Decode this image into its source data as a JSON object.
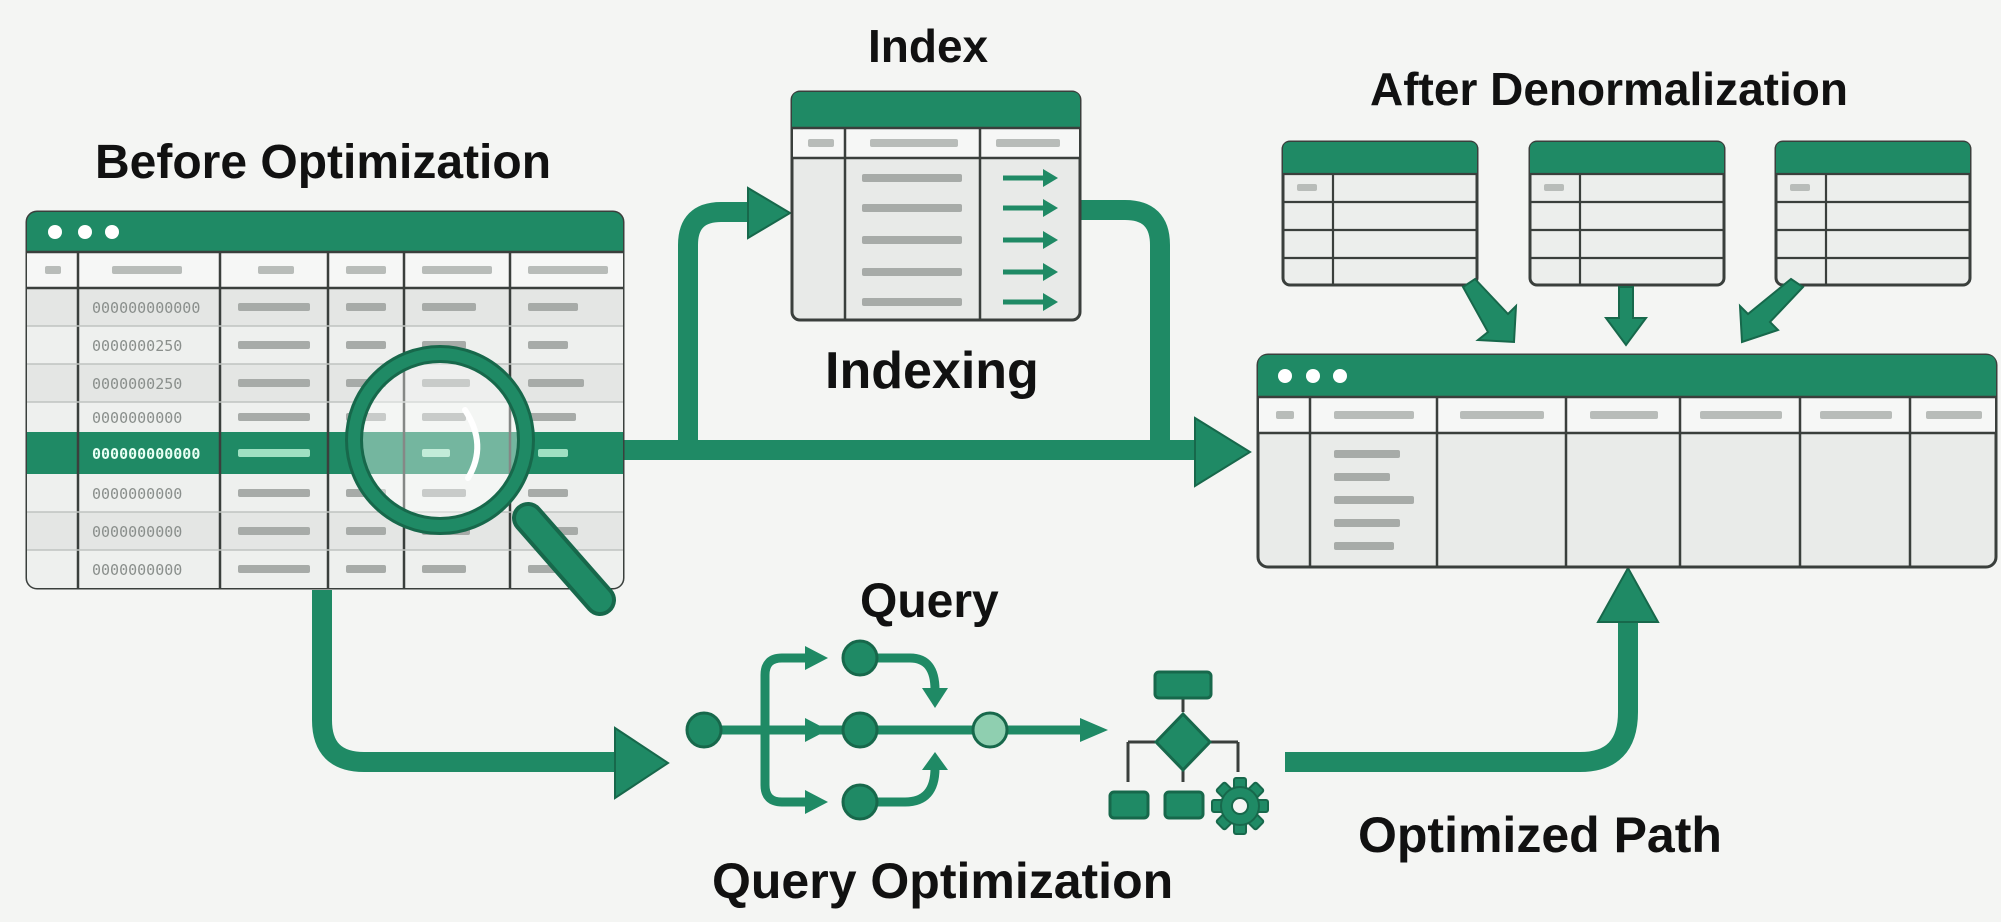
{
  "labels": {
    "before": "Before Optimization",
    "index": "Index",
    "indexing": "Indexing",
    "after": "After Denormalization",
    "query": "Query",
    "query_optimization": "Query Optimization",
    "optimized_path": "Optimized Path"
  },
  "before_table": {
    "row_codes": [
      "000000000000",
      "0000000250",
      "0000000250",
      "0000000000",
      "000000000000",
      "0000000000",
      "0000000000",
      "0000000000"
    ]
  },
  "colors": {
    "accent": "#1f8a65",
    "accent_dark": "#17684b",
    "outline": "#3a3f3c",
    "cell": "#e4e6e4",
    "placeholder": "#9da29f",
    "background": "#f4f5f3"
  },
  "icons": [
    "magnifying-glass-icon",
    "flowchart-icon",
    "gear-icon",
    "window-dots-icon",
    "arrow-icon"
  ]
}
